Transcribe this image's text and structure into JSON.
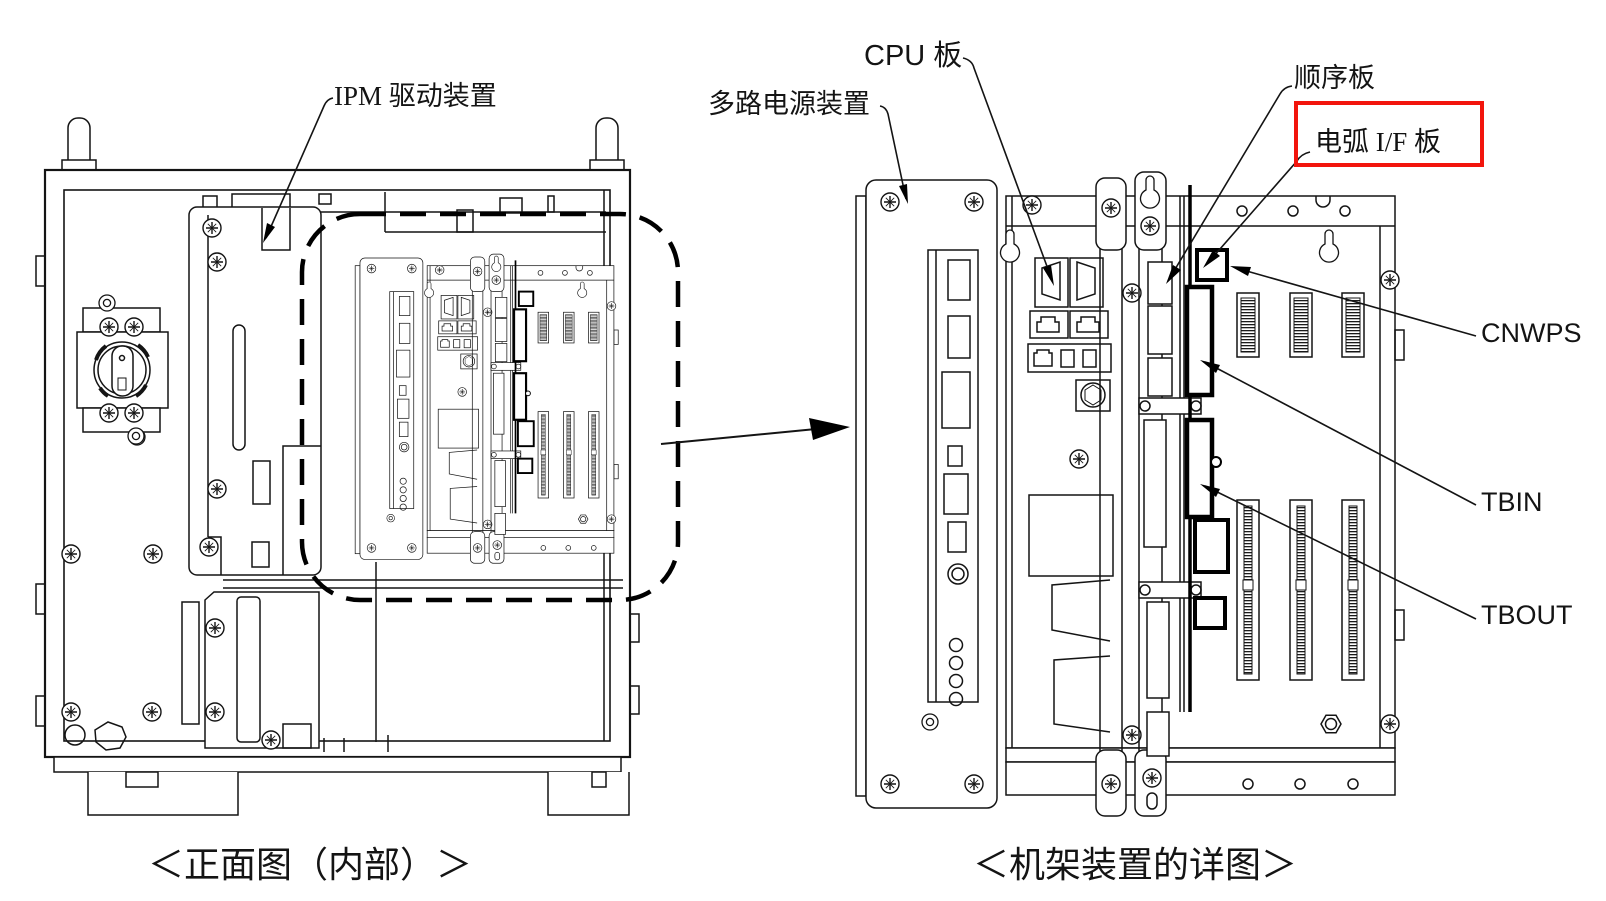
{
  "figure": {
    "caption_left": "＜正面图（内部）＞",
    "caption_right": "＜机架装置的详图＞"
  },
  "labels": {
    "ipm": "IPM 驱动装置",
    "power": "多路电源装置",
    "cpu": "CPU 板",
    "sequence": "顺序板",
    "arc_if": "电弧 I/F 板",
    "cnwps": "CNWPS",
    "tbin": "TBIN",
    "tbout": "TBOUT"
  },
  "colors": {
    "highlight_box": "#f2150d",
    "line": "#141414",
    "background": "#ffffff"
  }
}
